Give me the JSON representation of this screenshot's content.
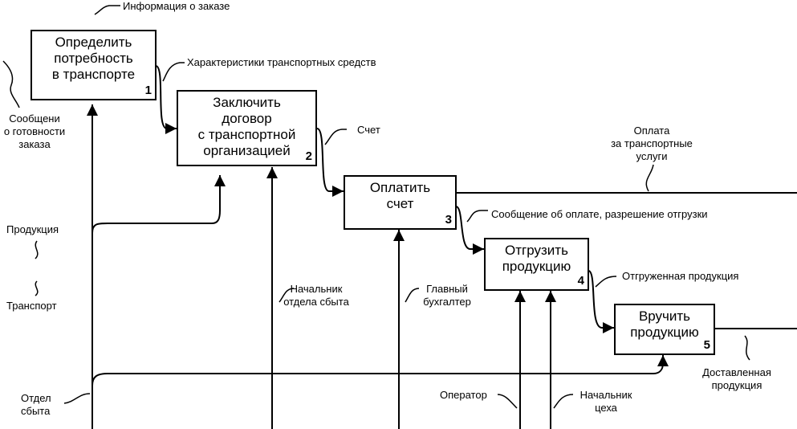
{
  "boxes": [
    {
      "title": "Определить\nпотребность\nв транспорте",
      "num": "1"
    },
    {
      "title": "Заключить\nдоговор\nс транспортной\nорганизацией",
      "num": "2"
    },
    {
      "title": "Оплатить\nсчет",
      "num": "3"
    },
    {
      "title": "Отгрузить\nпродукцию",
      "num": "4"
    },
    {
      "title": "Вручить\nпродукцию",
      "num": "5"
    }
  ],
  "labels": {
    "order_info": "Информация о заказе",
    "vehicle_specs": "Характеристики транспортных средств",
    "ready_message": "Сообщени\nо готовности\nзаказа",
    "invoice": "Счет",
    "transport_payment": "Оплата\nза транспортные\nуслуги",
    "payment_message": "Сообщение об оплате, разрешение отгрузки",
    "products": "Продукция",
    "transport": "Транспорт",
    "sales_head": "Начальник\nотдела сбыта",
    "chief_accountant": "Главный\nбухгалтер",
    "shipped_products": "Отгруженная продукция",
    "sales_dept": "Отдел\nсбыта",
    "operator": "Оператор",
    "shop_head": "Начальник\nцеха",
    "delivered_products": "Доставленная\nпродукция"
  }
}
